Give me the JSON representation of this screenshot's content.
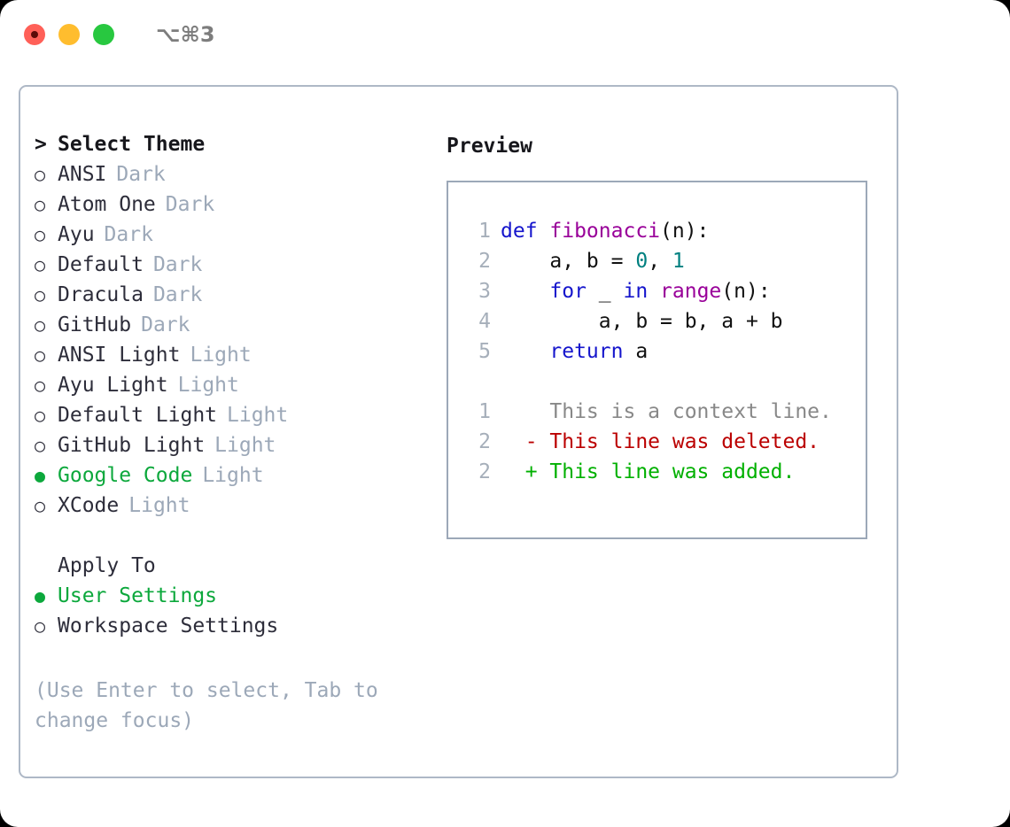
{
  "titlebar": {
    "shortcut": "⌥⌘3",
    "dots": [
      "close-red",
      "minimize-yellow",
      "zoom-green"
    ]
  },
  "left_panel": {
    "heading": {
      "marker": ">",
      "label": "Select Theme"
    },
    "themes": [
      {
        "marker": "○",
        "name": "ANSI",
        "variant": "Dark",
        "selected": false
      },
      {
        "marker": "○",
        "name": "Atom One",
        "variant": "Dark",
        "selected": false
      },
      {
        "marker": "○",
        "name": "Ayu",
        "variant": "Dark",
        "selected": false
      },
      {
        "marker": "○",
        "name": "Default",
        "variant": "Dark",
        "selected": false
      },
      {
        "marker": "○",
        "name": "Dracula",
        "variant": "Dark",
        "selected": false
      },
      {
        "marker": "○",
        "name": "GitHub",
        "variant": "Dark",
        "selected": false
      },
      {
        "marker": "○",
        "name": "ANSI Light",
        "variant": "Light",
        "selected": false
      },
      {
        "marker": "○",
        "name": "Ayu Light",
        "variant": "Light",
        "selected": false
      },
      {
        "marker": "○",
        "name": "Default Light",
        "variant": "Light",
        "selected": false
      },
      {
        "marker": "○",
        "name": "GitHub Light",
        "variant": "Light",
        "selected": false
      },
      {
        "marker": "●",
        "name": "Google Code",
        "variant": "Light",
        "selected": true
      },
      {
        "marker": "○",
        "name": "XCode",
        "variant": "Light",
        "selected": false
      }
    ],
    "apply_to": {
      "heading": "Apply To",
      "options": [
        {
          "marker": "●",
          "name": "User Settings",
          "selected": true
        },
        {
          "marker": "○",
          "name": "Workspace Settings",
          "selected": false
        }
      ]
    },
    "hint": "(Use Enter to select, Tab to change focus)"
  },
  "right_panel": {
    "title": "Preview",
    "code_lines": [
      {
        "num": "1",
        "tokens": [
          {
            "t": "def ",
            "c": "kw"
          },
          {
            "t": "fibonacci",
            "c": "fn"
          },
          {
            "t": "(n):",
            "c": "pl"
          }
        ]
      },
      {
        "num": "2",
        "tokens": [
          {
            "t": "    a, b = ",
            "c": "pl"
          },
          {
            "t": "0",
            "c": "num"
          },
          {
            "t": ", ",
            "c": "pl"
          },
          {
            "t": "1",
            "c": "num"
          }
        ]
      },
      {
        "num": "3",
        "tokens": [
          {
            "t": "    ",
            "c": "pl"
          },
          {
            "t": "for",
            "c": "kw"
          },
          {
            "t": " _ ",
            "c": "pl"
          },
          {
            "t": "in",
            "c": "kw"
          },
          {
            "t": " ",
            "c": "pl"
          },
          {
            "t": "range",
            "c": "fn"
          },
          {
            "t": "(n):",
            "c": "pl"
          }
        ]
      },
      {
        "num": "4",
        "tokens": [
          {
            "t": "        a, b = b, a + b",
            "c": "pl"
          }
        ]
      },
      {
        "num": "5",
        "tokens": [
          {
            "t": "    ",
            "c": "pl"
          },
          {
            "t": "return",
            "c": "kw"
          },
          {
            "t": " a",
            "c": "pl"
          }
        ]
      }
    ],
    "diff_lines": [
      {
        "num": "1",
        "sign": " ",
        "text": " This is a context line.",
        "kind": "ctx"
      },
      {
        "num": "2",
        "sign": "-",
        "text": " This line was deleted.",
        "kind": "del"
      },
      {
        "num": "2",
        "sign": "+",
        "text": " This line was added.",
        "kind": "add"
      }
    ]
  },
  "colors": {
    "accent_green": "#0CA83C",
    "muted_gray": "#9CA8B8",
    "text": "#2D2D3A",
    "border": "#AEB8C6",
    "keyword": "#1515CC",
    "function": "#990099",
    "number": "#008080",
    "diff_deleted": "#BB0000",
    "diff_added": "#00B000",
    "diff_context": "#888888"
  }
}
